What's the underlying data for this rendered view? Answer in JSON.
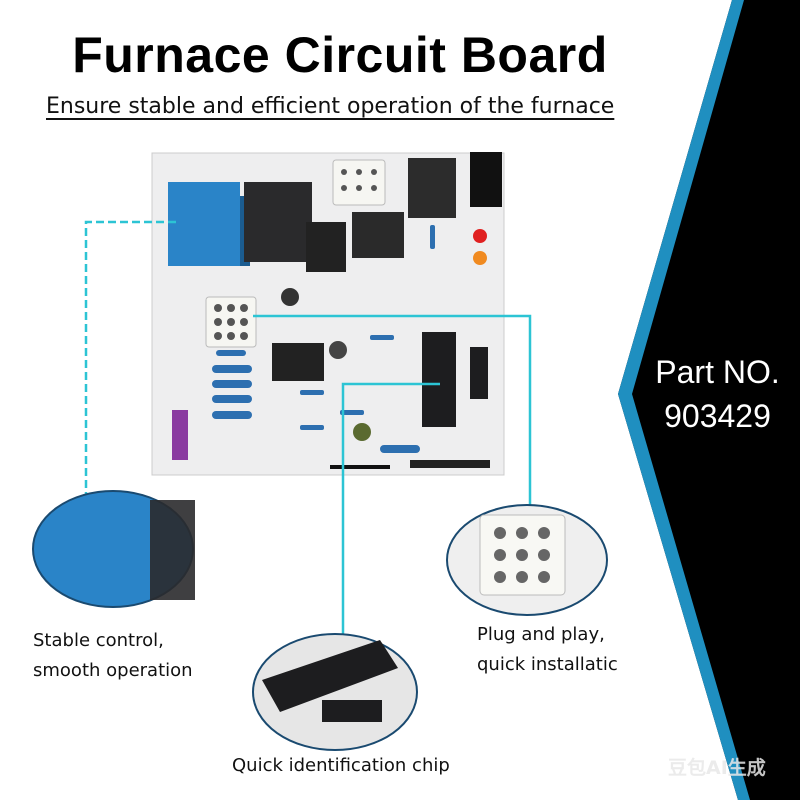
{
  "header": {
    "title": "Furnace Circuit Board",
    "subtitle": "Ensure stable and efficient operation of the furnace"
  },
  "part": {
    "label": "Part NO.",
    "number": "903429"
  },
  "callouts": [
    {
      "caption_lines": [
        "Stable control,",
        "smooth operation"
      ]
    },
    {
      "caption_lines": [
        "Plug and play,",
        "quick installatic"
      ]
    },
    {
      "caption_lines": [
        "Quick identification chip"
      ]
    }
  ],
  "watermark": "豆包AI生成",
  "colors": {
    "accent": "#1f8fc0",
    "callout_line": "#2cc4d4",
    "panel": "#000000",
    "board": "#eeeeef"
  }
}
